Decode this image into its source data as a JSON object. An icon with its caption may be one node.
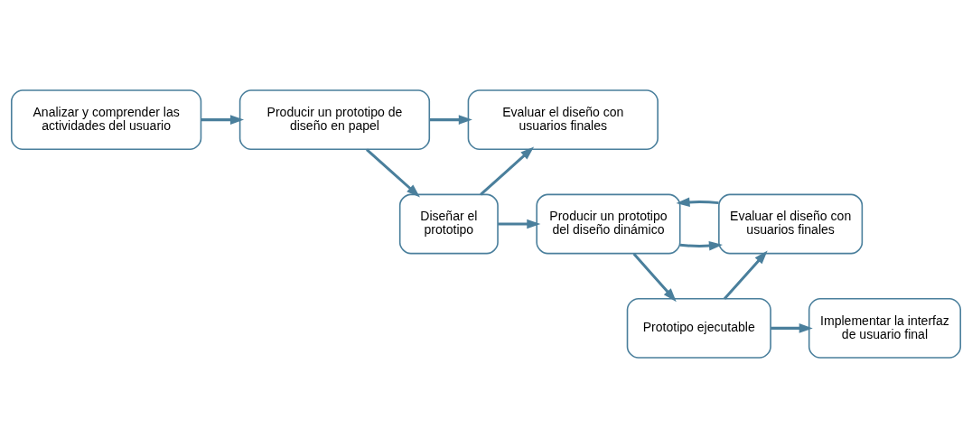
{
  "diagram": {
    "nodes": [
      {
        "text": [
          "Analizar y comprender las actividades del usuario"
        ]
      },
      {
        "text": [
          "Producir un prototipo de diseño en papel"
        ]
      },
      {
        "text": [
          "Evaluar el diseño con usuarios finales"
        ]
      },
      {
        "text": [
          "Diseñar el prototipo"
        ]
      },
      {
        "text": [
          "Producir un prototipo del diseño dinámico"
        ]
      },
      {
        "text": [
          "Evaluar el diseño con usuarios finales"
        ]
      },
      {
        "text": [
          "Prototipo ejecutable"
        ]
      },
      {
        "text": [
          "Implementar la interfaz de usuario final"
        ]
      }
    ],
    "edges": [
      {
        "from": 0,
        "to": 1,
        "arrow": "to"
      },
      {
        "from": 1,
        "to": 2,
        "arrow": "to"
      },
      {
        "from": 1,
        "to": 3,
        "arrow": "to"
      },
      {
        "from": 3,
        "to": 2,
        "arrow": "to"
      },
      {
        "from": 3,
        "to": 4,
        "arrow": "to"
      },
      {
        "from": 4,
        "to": 5,
        "arrow": "to"
      },
      {
        "from": 5,
        "to": 4,
        "arrow": "to"
      },
      {
        "from": 4,
        "to": 6,
        "arrow": "to"
      },
      {
        "from": 6,
        "to": 5,
        "arrow": "to"
      },
      {
        "from": 6,
        "to": 7,
        "arrow": "to"
      }
    ]
  }
}
